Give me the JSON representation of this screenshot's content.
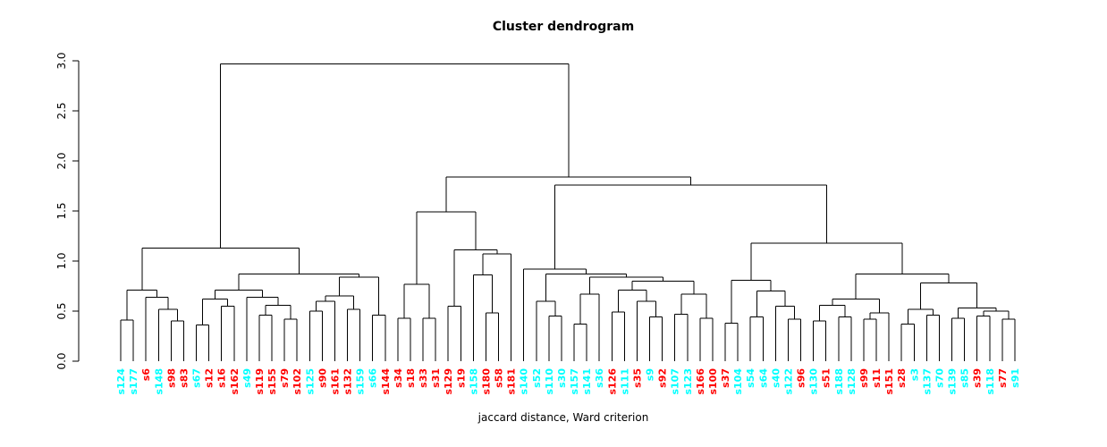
{
  "title": "Cluster dendrogram",
  "xlabel": "jaccard distance, Ward criterion",
  "palette": {
    "cyan": "#00FFFF",
    "red": "#FF0000",
    "line": "#000000",
    "background": "#FFFFFF"
  },
  "chart_data": {
    "type": "dendrogram",
    "title": "Cluster dendrogram",
    "xlabel": "jaccard distance, Ward criterion",
    "ylabel": "",
    "ylim": [
      0,
      3
    ],
    "y_ticks": [
      0.0,
      0.5,
      1.0,
      1.5,
      2.0,
      2.5,
      3.0
    ],
    "y_tick_labels": [
      "0.0",
      "0.5",
      "1.0",
      "1.5",
      "2.0",
      "2.5",
      "3.0"
    ],
    "grid": false,
    "legend": false,
    "root_height": 2.97,
    "leaf_labels": [
      "s124",
      "s177",
      "s6",
      "s148",
      "s98",
      "s83",
      "s67",
      "s12",
      "s16",
      "s162",
      "s49",
      "s119",
      "s155",
      "s79",
      "s102",
      "s125",
      "s90",
      "s161",
      "s132",
      "s159",
      "s66",
      "s144",
      "s34",
      "s18",
      "s33",
      "s31",
      "s129",
      "s19",
      "s158",
      "s180",
      "s58",
      "s181",
      "s140",
      "s52",
      "s110",
      "s30",
      "s157",
      "s141",
      "s36",
      "s126",
      "s111",
      "s35",
      "s9",
      "s92",
      "s107",
      "s123",
      "s166",
      "s100",
      "s37",
      "s104",
      "s54",
      "s64",
      "s40",
      "s122",
      "s96",
      "s130",
      "s51",
      "s188",
      "s128",
      "s99",
      "s11",
      "s151",
      "s28",
      "s3",
      "s137",
      "s70",
      "s139",
      "s85",
      "s39",
      "s118",
      "s77",
      "s91"
    ],
    "leaf_colors": [
      "cyan",
      "cyan",
      "red",
      "cyan",
      "red",
      "red",
      "cyan",
      "red",
      "red",
      "red",
      "cyan",
      "red",
      "red",
      "red",
      "red",
      "cyan",
      "red",
      "red",
      "red",
      "cyan",
      "cyan",
      "red",
      "red",
      "red",
      "red",
      "red",
      "red",
      "red",
      "cyan",
      "red",
      "red",
      "red",
      "cyan",
      "cyan",
      "cyan",
      "cyan",
      "cyan",
      "cyan",
      "cyan",
      "red",
      "cyan",
      "red",
      "cyan",
      "red",
      "cyan",
      "cyan",
      "red",
      "red",
      "red",
      "cyan",
      "cyan",
      "cyan",
      "cyan",
      "cyan",
      "red",
      "cyan",
      "red",
      "cyan",
      "cyan",
      "red",
      "red",
      "red",
      "red",
      "cyan",
      "cyan",
      "cyan",
      "cyan",
      "cyan",
      "red",
      "cyan",
      "red",
      "cyan"
    ],
    "tree": {
      "h": 2.97,
      "c": [
        {
          "h": 1.13,
          "c": [
            {
              "h": 0.71,
              "c": [
                {
                  "h": 0.41,
                  "c": [
                    "s124",
                    "s177"
                  ]
                },
                {
                  "h": 0.64,
                  "c": [
                    "s6",
                    {
                      "h": 0.52,
                      "c": [
                        "s148",
                        {
                          "h": 0.4,
                          "c": [
                            "s98",
                            "s83"
                          ]
                        }
                      ]
                    }
                  ]
                }
              ]
            },
            {
              "h": 0.87,
              "c": [
                {
                  "h": 0.71,
                  "c": [
                    {
                      "h": 0.62,
                      "c": [
                        {
                          "h": 0.36,
                          "c": [
                            "s67",
                            "s12"
                          ]
                        },
                        {
                          "h": 0.55,
                          "c": [
                            "s16",
                            "s162"
                          ]
                        }
                      ]
                    },
                    {
                      "h": 0.64,
                      "c": [
                        "s49",
                        {
                          "h": 0.56,
                          "c": [
                            {
                              "h": 0.46,
                              "c": [
                                "s119",
                                "s155"
                              ]
                            },
                            {
                              "h": 0.42,
                              "c": [
                                "s79",
                                "s102"
                              ]
                            }
                          ]
                        }
                      ]
                    }
                  ]
                },
                {
                  "h": 0.84,
                  "c": [
                    {
                      "h": 0.65,
                      "c": [
                        {
                          "h": 0.6,
                          "c": [
                            {
                              "h": 0.5,
                              "c": [
                                "s125",
                                "s90"
                              ]
                            },
                            "s161"
                          ]
                        },
                        {
                          "h": 0.52,
                          "c": [
                            "s132",
                            "s159"
                          ]
                        }
                      ]
                    },
                    {
                      "h": 0.46,
                      "c": [
                        "s66",
                        "s144"
                      ]
                    }
                  ]
                }
              ]
            }
          ]
        },
        {
          "h": 1.84,
          "c": [
            {
              "h": 1.49,
              "c": [
                {
                  "h": 0.77,
                  "c": [
                    {
                      "h": 0.43,
                      "c": [
                        "s34",
                        "s18"
                      ]
                    },
                    {
                      "h": 0.43,
                      "c": [
                        "s33",
                        "s31"
                      ]
                    }
                  ]
                },
                {
                  "h": 1.11,
                  "c": [
                    {
                      "h": 0.55,
                      "c": [
                        "s129",
                        "s19"
                      ]
                    },
                    {
                      "h": 1.07,
                      "c": [
                        {
                          "h": 0.86,
                          "c": [
                            "s158",
                            {
                              "h": 0.48,
                              "c": [
                                "s180",
                                "s58"
                              ]
                            }
                          ]
                        },
                        "s181"
                      ]
                    }
                  ]
                }
              ]
            },
            {
              "h": 1.76,
              "c": [
                {
                  "h": 0.92,
                  "c": [
                    "s140",
                    {
                      "h": 0.87,
                      "c": [
                        {
                          "h": 0.6,
                          "c": [
                            "s52",
                            {
                              "h": 0.45,
                              "c": [
                                "s110",
                                "s30"
                              ]
                            }
                          ]
                        },
                        {
                          "h": 0.84,
                          "c": [
                            {
                              "h": 0.67,
                              "c": [
                                {
                                  "h": 0.37,
                                  "c": [
                                    "s157",
                                    "s141"
                                  ]
                                },
                                "s36"
                              ]
                            },
                            {
                              "h": 0.8,
                              "c": [
                                {
                                  "h": 0.71,
                                  "c": [
                                    {
                                      "h": 0.49,
                                      "c": [
                                        "s126",
                                        "s111"
                                      ]
                                    },
                                    {
                                      "h": 0.6,
                                      "c": [
                                        "s35",
                                        {
                                          "h": 0.44,
                                          "c": [
                                            "s9",
                                            "s92"
                                          ]
                                        }
                                      ]
                                    }
                                  ]
                                },
                                {
                                  "h": 0.67,
                                  "c": [
                                    {
                                      "h": 0.47,
                                      "c": [
                                        "s107",
                                        "s123"
                                      ]
                                    },
                                    {
                                      "h": 0.43,
                                      "c": [
                                        "s166",
                                        "s100"
                                      ]
                                    }
                                  ]
                                }
                              ]
                            }
                          ]
                        }
                      ]
                    }
                  ]
                },
                {
                  "h": 1.18,
                  "c": [
                    {
                      "h": 0.81,
                      "c": [
                        {
                          "h": 0.38,
                          "c": [
                            "s37",
                            "s104"
                          ]
                        },
                        {
                          "h": 0.7,
                          "c": [
                            {
                              "h": 0.44,
                              "c": [
                                "s54",
                                "s64"
                              ]
                            },
                            {
                              "h": 0.55,
                              "c": [
                                "s40",
                                {
                                  "h": 0.42,
                                  "c": [
                                    "s122",
                                    "s96"
                                  ]
                                }
                              ]
                            }
                          ]
                        }
                      ]
                    },
                    {
                      "h": 0.87,
                      "c": [
                        {
                          "h": 0.62,
                          "c": [
                            {
                              "h": 0.56,
                              "c": [
                                {
                                  "h": 0.4,
                                  "c": [
                                    "s130",
                                    "s51"
                                  ]
                                },
                                {
                                  "h": 0.44,
                                  "c": [
                                    "s188",
                                    "s128"
                                  ]
                                }
                              ]
                            },
                            {
                              "h": 0.48,
                              "c": [
                                {
                                  "h": 0.42,
                                  "c": [
                                    "s99",
                                    "s11"
                                  ]
                                },
                                "s151"
                              ]
                            }
                          ]
                        },
                        {
                          "h": 0.78,
                          "c": [
                            {
                              "h": 0.52,
                              "c": [
                                {
                                  "h": 0.37,
                                  "c": [
                                    "s28",
                                    "s3"
                                  ]
                                },
                                {
                                  "h": 0.46,
                                  "c": [
                                    "s137",
                                    "s70"
                                  ]
                                }
                              ]
                            },
                            {
                              "h": 0.53,
                              "c": [
                                {
                                  "h": 0.43,
                                  "c": [
                                    "s139",
                                    "s85"
                                  ]
                                },
                                {
                                  "h": 0.5,
                                  "c": [
                                    {
                                      "h": 0.45,
                                      "c": [
                                        "s39",
                                        "s118"
                                      ]
                                    },
                                    {
                                      "h": 0.42,
                                      "c": [
                                        "s77",
                                        "s91"
                                      ]
                                    }
                                  ]
                                }
                              ]
                            }
                          ]
                        }
                      ]
                    }
                  ]
                }
              ]
            }
          ]
        }
      ]
    }
  }
}
